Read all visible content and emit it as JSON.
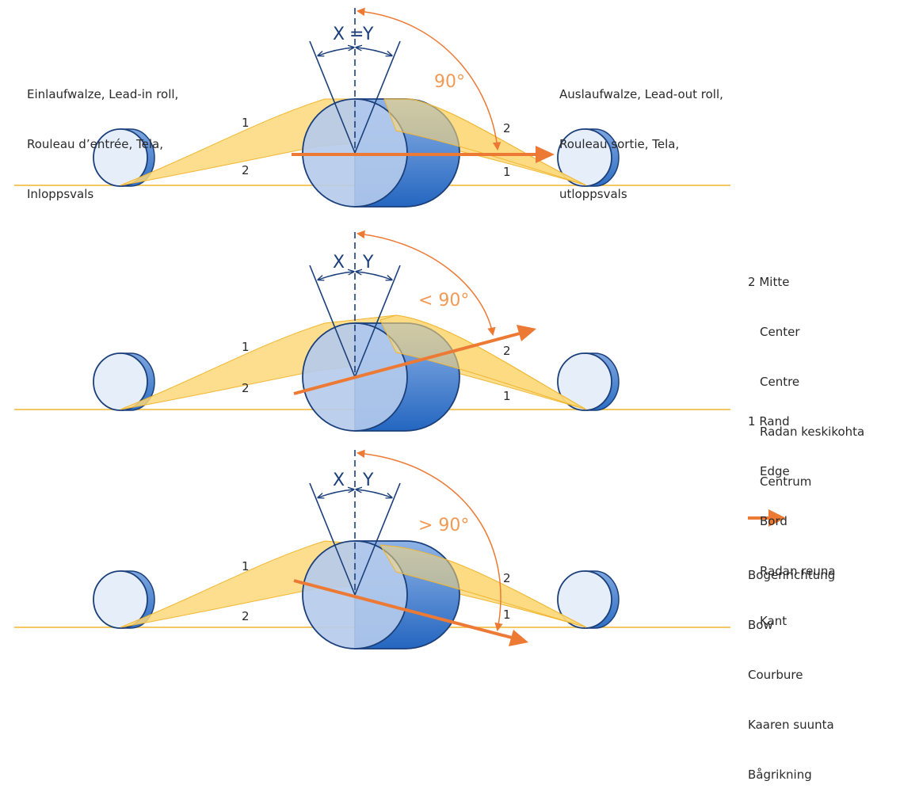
{
  "labels": {
    "in_l1": "Einlaufwalze, Lead-in roll,",
    "in_l2": "Rouleau d’entrée, Tela,",
    "in_l3": "Inloppsvals",
    "out_l1": "Auslaufwalze, Lead-out roll,",
    "out_l2": "Rouleau sortie, Tela,",
    "out_l3": "utloppsvals",
    "x": "X",
    "y": "Y",
    "equals": "=",
    "one": "1",
    "two": "2"
  },
  "panels": [
    {
      "angle": "90°",
      "bow_direction": "straight"
    },
    {
      "angle": "< 90°",
      "bow_direction": "up"
    },
    {
      "angle": "> 90°",
      "bow_direction": "down"
    }
  ],
  "legend": {
    "center_num": "2",
    "center_terms": [
      "Mitte",
      "Center",
      "Centre",
      "Radan keskikohta",
      "Centrum"
    ],
    "edge_num": "1",
    "edge_terms": [
      "Rand",
      "Edge",
      "Bord",
      "Radan reuna",
      "Kant"
    ],
    "bow_terms": [
      "Bogenrichtung",
      "Bow",
      "Courbure",
      "Kaaren suunta",
      "Bågrikning"
    ]
  },
  "colors": {
    "roller_fill": "#b5cbec",
    "roller_dark": "#2e6fc4",
    "outline": "#1b3f7a",
    "web": "#fcd87a",
    "web_edge": "#f2b630",
    "arrow": "#ec7a35",
    "angle_text": "#f09a55",
    "text": "#2a2a2a"
  }
}
